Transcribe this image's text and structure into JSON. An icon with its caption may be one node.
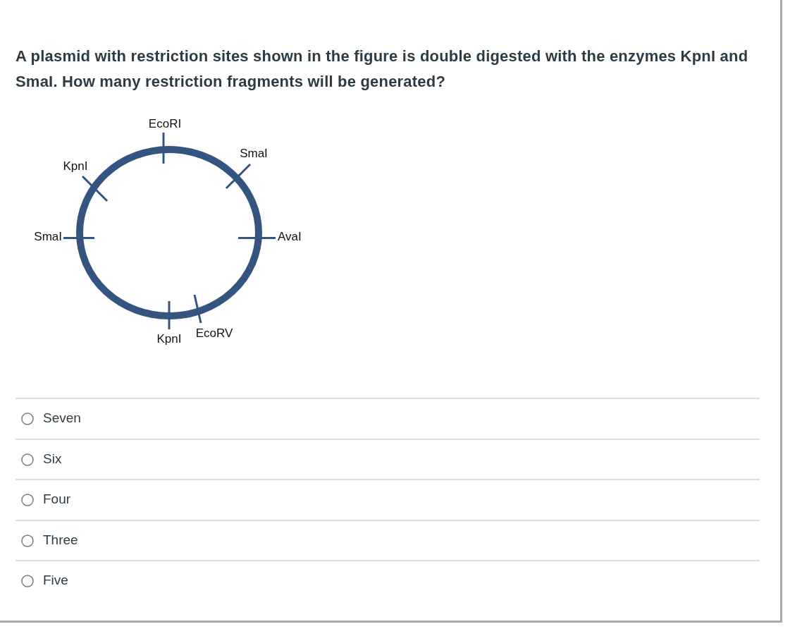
{
  "diagram": {
    "title": "A plasmid with restriction sites shown in the figure is double digested with the enzymes KpnI and SmaI. How many restriction fragments will be generated?",
    "labels": [
      "EcoRI",
      "SmaI",
      "KpnI",
      "SmaI",
      "AvaI",
      "KpnI",
      "EcoRV",
      "Seven",
      "Six",
      "Four",
      "Three",
      "Five"
    ]
  }
}
